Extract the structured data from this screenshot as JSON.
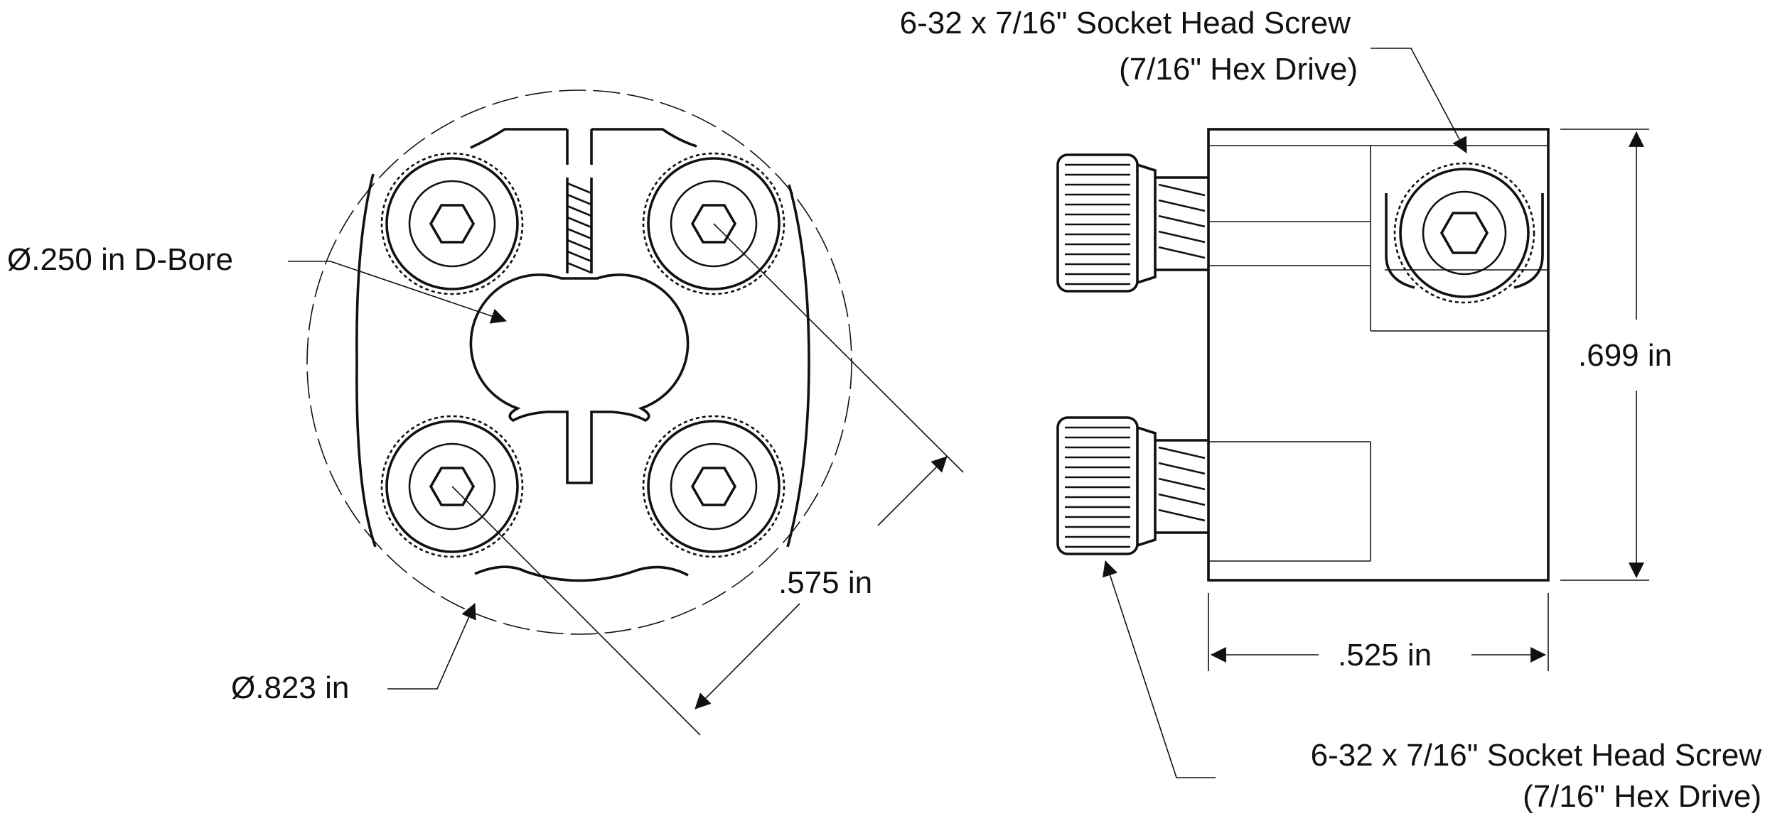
{
  "labels": {
    "d_bore": "Ø.250 in D-Bore",
    "diameter": "Ø.823 in",
    "bolt_spacing": ".575 in",
    "height": ".699 in",
    "width": ".525 in",
    "top_screw_line1": "6-32 x 7/16\" Socket Head Screw",
    "top_screw_line2": "(7/16\" Hex Drive)",
    "bottom_screw_line1": "6-32 x 7/16\" Socket Head Screw",
    "bottom_screw_line2": "(7/16\" Hex Drive)"
  },
  "colors": {
    "ink": "#111111",
    "paper": "#ffffff"
  }
}
